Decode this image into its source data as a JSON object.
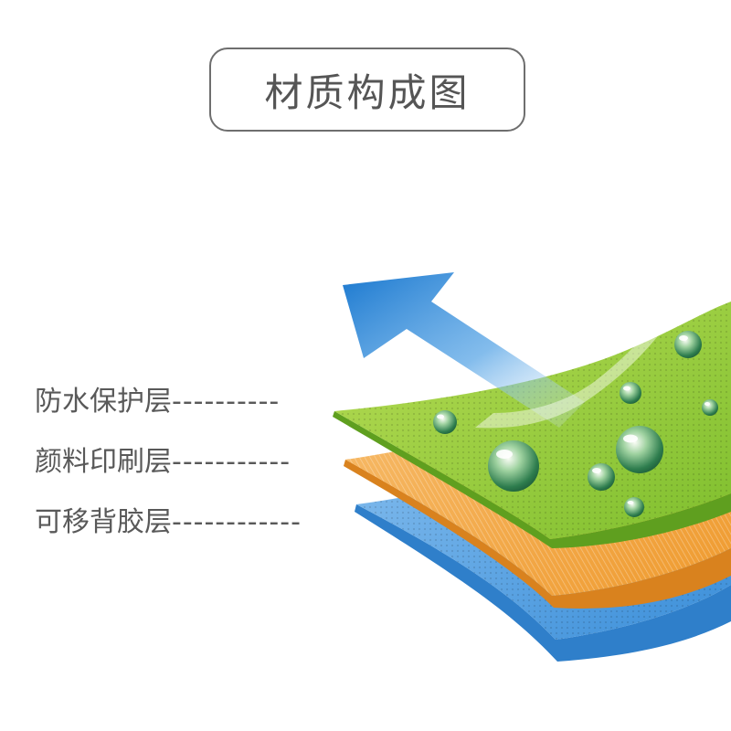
{
  "title": "材质构成图",
  "layers": [
    {
      "label": "防水保护层",
      "dashes": "----------",
      "color": "#8cc63f"
    },
    {
      "label": "颜料印刷层",
      "dashes": "-----------",
      "color": "#f5a53a"
    },
    {
      "label": "可移背胶层",
      "dashes": "------------",
      "color": "#4a9de0"
    }
  ],
  "colors": {
    "title_border": "#6e6e6e",
    "text": "#595959",
    "arrow": "#1f7fd1"
  }
}
